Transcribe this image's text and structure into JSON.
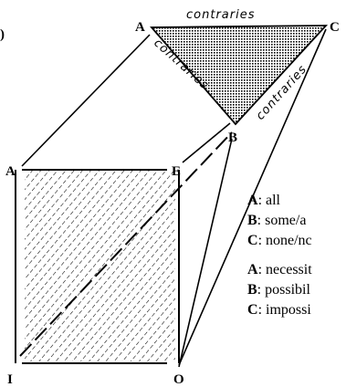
{
  "figure_label": ")",
  "triangle": {
    "vertices": {
      "a": "A",
      "b": "B",
      "c": "C"
    },
    "edges": {
      "top": "contraries",
      "left": "contraries",
      "right": "contraries"
    }
  },
  "square": {
    "corners": {
      "a": "A",
      "e": "E",
      "i": "I",
      "o": "O"
    }
  },
  "legend": {
    "group1": [
      {
        "key": "A",
        "text": ": all"
      },
      {
        "key": "B",
        "text": ": some/a"
      },
      {
        "key": "C",
        "text": ": none/nc"
      }
    ],
    "group2": [
      {
        "key": "A",
        "text": ": necessit"
      },
      {
        "key": "B",
        "text": ": possibil"
      },
      {
        "key": "C",
        "text": ": impossi"
      }
    ]
  }
}
